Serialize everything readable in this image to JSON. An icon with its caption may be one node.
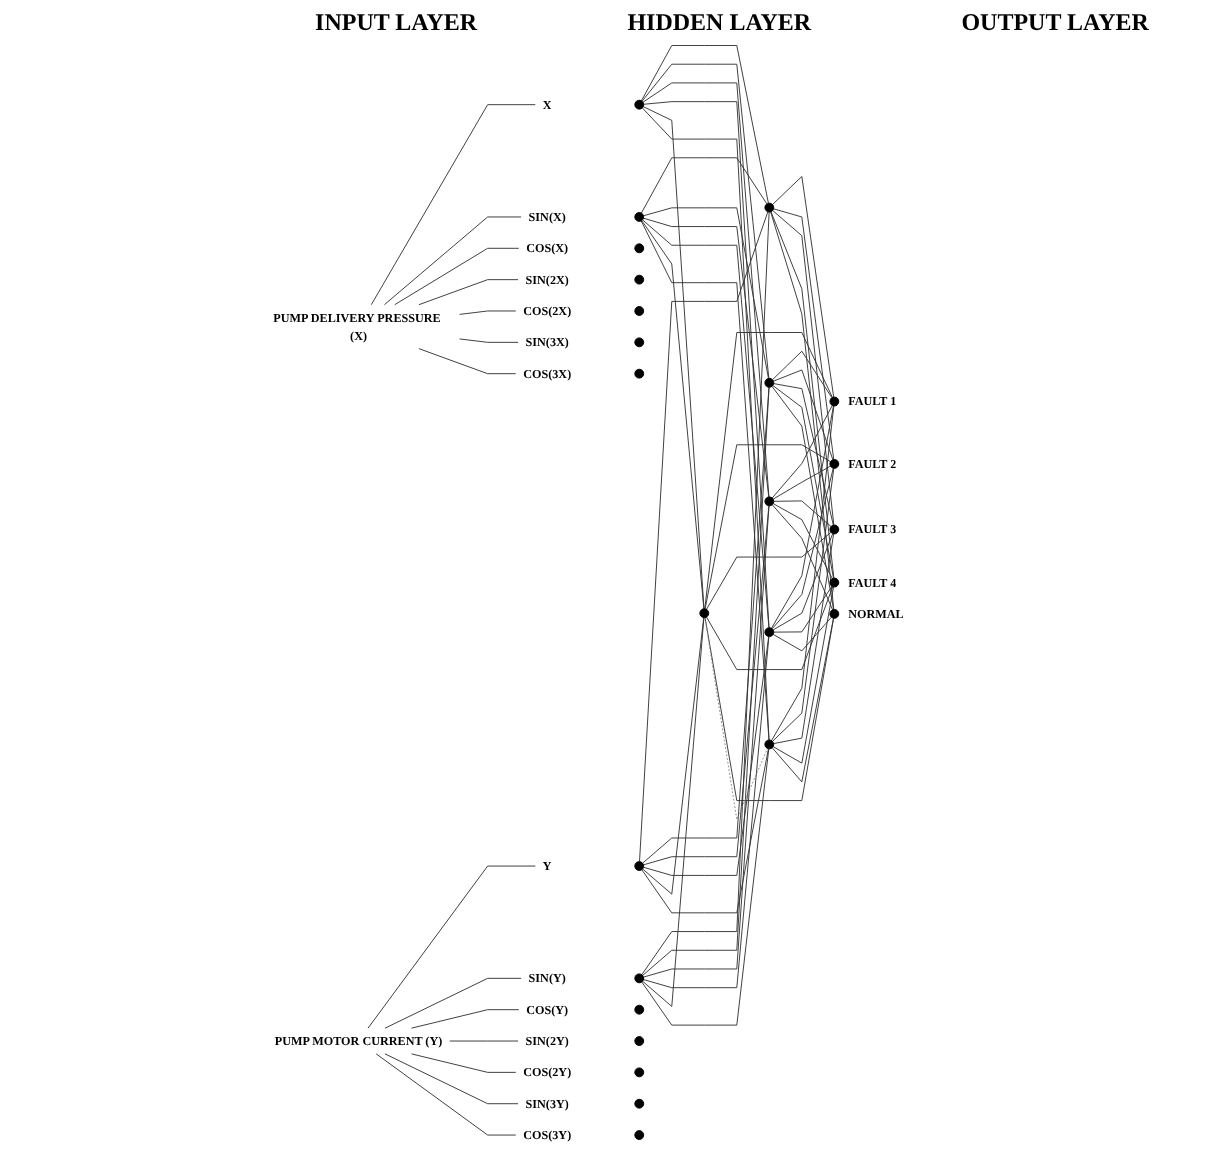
{
  "diagram": {
    "nodes": [
      {
        "text": [
          "PUMP DELIVERY PRESSURE (X)"
        ]
      },
      {
        "text": [
          "X"
        ]
      },
      {
        "text": [
          "SIN(X)"
        ]
      },
      {
        "text": [
          "COS(X)"
        ]
      },
      {
        "text": [
          "SIN(2X)"
        ]
      },
      {
        "text": [
          "COS(2X)"
        ]
      },
      {
        "text": [
          "SIN(3X)"
        ]
      },
      {
        "text": [
          "COS(3X)"
        ]
      },
      {
        "text": [
          "PUMP MOTOR CURRENT (Y)"
        ]
      },
      {
        "text": [
          "Y"
        ]
      },
      {
        "text": [
          "SIN(Y)"
        ]
      },
      {
        "text": [
          "COS(Y)"
        ]
      },
      {
        "text": [
          "SIN(2Y)"
        ]
      },
      {
        "text": [
          "COS(2Y)"
        ]
      },
      {
        "text": [
          "SIN(3Y)"
        ]
      },
      {
        "text": [
          "COS(3Y)"
        ]
      },
      {
        "text": [],
        "shape": "circle"
      },
      {
        "text": [],
        "shape": "circle"
      },
      {
        "text": [],
        "shape": "circle"
      },
      {
        "text": [],
        "shape": "circle"
      },
      {
        "text": [],
        "shape": "circle"
      },
      {
        "text": [],
        "shape": "circle"
      },
      {
        "text": [],
        "shape": "circle"
      },
      {
        "text": [],
        "shape": "circle"
      },
      {
        "text": [],
        "shape": "circle"
      },
      {
        "text": [],
        "shape": "circle"
      },
      {
        "text": [],
        "shape": "circle"
      },
      {
        "text": [],
        "shape": "circle"
      },
      {
        "text": [],
        "shape": "circle"
      },
      {
        "text": [],
        "shape": "circle"
      },
      {
        "text": [],
        "shape": "circle"
      },
      {
        "text": [],
        "shape": "circle"
      },
      {
        "text": [],
        "shape": "circle"
      },
      {
        "text": [],
        "shape": "circle"
      },
      {
        "text": [],
        "shape": "circle"
      },
      {
        "text": [],
        "shape": "circle"
      },
      {
        "text": [],
        "shape": "circle",
        "beside": [
          "FAULT 1"
        ]
      },
      {
        "text": [],
        "shape": "circle",
        "beside": [
          "FAULT 2"
        ]
      },
      {
        "text": [],
        "shape": "circle",
        "beside": [
          "FAULT 3"
        ]
      },
      {
        "text": [],
        "shape": "circle",
        "beside": [
          "FAULT 4"
        ]
      },
      {
        "text": [],
        "shape": "circle",
        "beside": [
          "NORMAL"
        ]
      }
    ],
    "edges": [
      {
        "from": 0,
        "to": 1,
        "arrow": "none"
      },
      {
        "from": 0,
        "to": 2,
        "arrow": "none"
      },
      {
        "from": 0,
        "to": 3,
        "arrow": "none"
      },
      {
        "from": 0,
        "to": 4,
        "arrow": "none"
      },
      {
        "from": 0,
        "to": 5,
        "arrow": "none"
      },
      {
        "from": 0,
        "to": 6,
        "arrow": "none"
      },
      {
        "from": 0,
        "to": 7,
        "arrow": "none"
      },
      {
        "from": 8,
        "to": 9,
        "arrow": "none"
      },
      {
        "from": 8,
        "to": 10,
        "arrow": "none"
      },
      {
        "from": 8,
        "to": 11,
        "arrow": "none"
      },
      {
        "from": 8,
        "to": 12,
        "arrow": "none"
      },
      {
        "from": 8,
        "to": 13,
        "arrow": "none"
      },
      {
        "from": 8,
        "to": 14,
        "arrow": "none"
      },
      {
        "from": 8,
        "to": 15,
        "arrow": "none"
      },
      {
        "from": 16,
        "to": 30,
        "arrow": "none"
      },
      {
        "from": 16,
        "to": 31,
        "arrow": "none"
      },
      {
        "from": 16,
        "to": 32,
        "arrow": "none"
      },
      {
        "from": 16,
        "to": 33,
        "arrow": "none"
      },
      {
        "from": 16,
        "to": 34,
        "arrow": "none"
      },
      {
        "from": 16,
        "to": 35,
        "arrow": "none"
      },
      {
        "from": 17,
        "to": 30,
        "arrow": "none"
      },
      {
        "from": 17,
        "to": 31,
        "arrow": "none"
      },
      {
        "from": 17,
        "to": 32,
        "arrow": "none"
      },
      {
        "from": 17,
        "to": 33,
        "arrow": "none"
      },
      {
        "from": 17,
        "to": 34,
        "arrow": "none"
      },
      {
        "from": 17,
        "to": 35,
        "arrow": "none"
      },
      {
        "from": 23,
        "to": 30,
        "arrow": "none"
      },
      {
        "from": 23,
        "to": 31,
        "arrow": "none"
      },
      {
        "from": 23,
        "to": 32,
        "arrow": "none"
      },
      {
        "from": 23,
        "to": 33,
        "arrow": "none"
      },
      {
        "from": 23,
        "to": 34,
        "arrow": "none"
      },
      {
        "from": 23,
        "to": 35,
        "arrow": "none"
      },
      {
        "from": 24,
        "to": 30,
        "arrow": "none"
      },
      {
        "from": 24,
        "to": 31,
        "arrow": "none"
      },
      {
        "from": 24,
        "to": 32,
        "arrow": "none"
      },
      {
        "from": 24,
        "to": 33,
        "arrow": "none"
      },
      {
        "from": 24,
        "to": 34,
        "arrow": "none"
      },
      {
        "from": 24,
        "to": 35,
        "arrow": "none"
      },
      {
        "from": 30,
        "to": 36,
        "arrow": "none"
      },
      {
        "from": 30,
        "to": 37,
        "arrow": "none"
      },
      {
        "from": 30,
        "to": 38,
        "arrow": "none"
      },
      {
        "from": 30,
        "to": 39,
        "arrow": "none"
      },
      {
        "from": 30,
        "to": 40,
        "arrow": "none"
      },
      {
        "from": 31,
        "to": 36,
        "arrow": "none"
      },
      {
        "from": 31,
        "to": 37,
        "arrow": "none"
      },
      {
        "from": 31,
        "to": 38,
        "arrow": "none"
      },
      {
        "from": 31,
        "to": 39,
        "arrow": "none"
      },
      {
        "from": 31,
        "to": 40,
        "arrow": "none"
      },
      {
        "from": 32,
        "to": 36,
        "arrow": "none"
      },
      {
        "from": 32,
        "to": 37,
        "arrow": "none"
      },
      {
        "from": 32,
        "to": 38,
        "arrow": "none"
      },
      {
        "from": 32,
        "to": 39,
        "arrow": "none"
      },
      {
        "from": 32,
        "to": 40,
        "arrow": "none"
      },
      {
        "from": 33,
        "to": 36,
        "arrow": "none"
      },
      {
        "from": 33,
        "to": 37,
        "arrow": "none"
      },
      {
        "from": 33,
        "to": 38,
        "arrow": "none"
      },
      {
        "from": 33,
        "to": 39,
        "arrow": "none"
      },
      {
        "from": 33,
        "to": 40,
        "arrow": "none"
      },
      {
        "from": 34,
        "to": 36,
        "arrow": "none"
      },
      {
        "from": 34,
        "to": 37,
        "arrow": "none"
      },
      {
        "from": 34,
        "to": 38,
        "arrow": "none"
      },
      {
        "from": 34,
        "to": 39,
        "arrow": "none"
      },
      {
        "from": 34,
        "to": 40,
        "arrow": "none"
      },
      {
        "from": 35,
        "to": 36,
        "arrow": "none"
      },
      {
        "from": 35,
        "to": 37,
        "arrow": "none"
      },
      {
        "from": 35,
        "to": 38,
        "arrow": "none"
      },
      {
        "from": 35,
        "to": 39,
        "arrow": "none"
      },
      {
        "from": 35,
        "to": 40,
        "arrow": "none"
      },
      {
        "from": 34,
        "to": 35,
        "arrow": "none",
        "style": "dashed",
        "color": "#888888"
      }
    ],
    "labels": [
      "INPUT LAYER",
      "HIDDEN LAYER",
      "OUTPUT LAYER"
    ]
  }
}
